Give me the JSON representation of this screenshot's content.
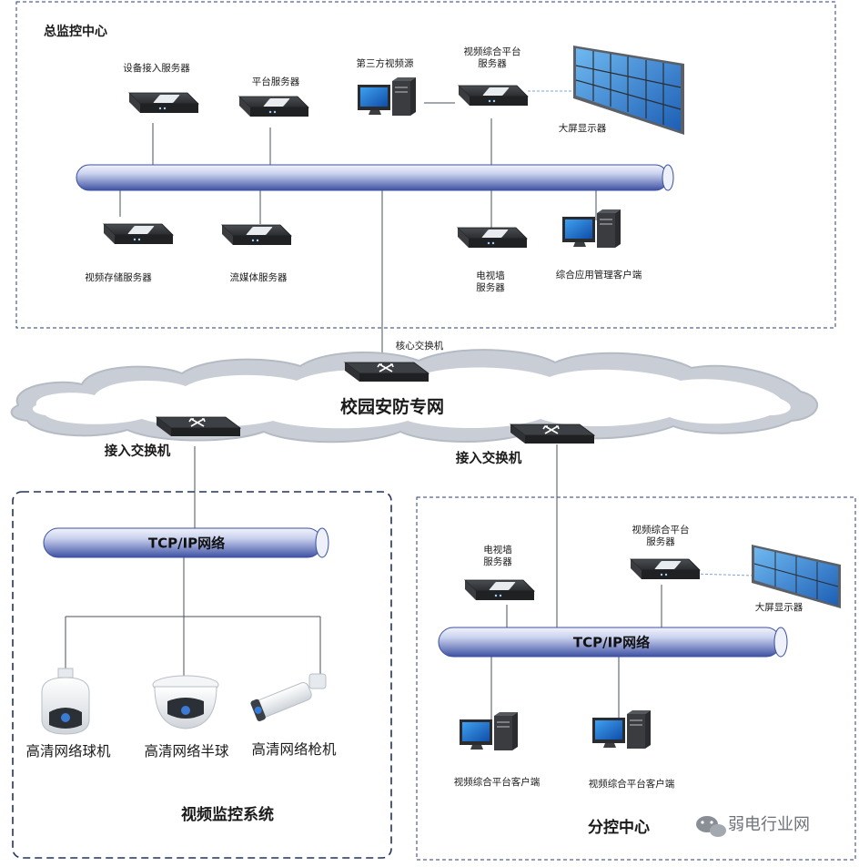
{
  "sections": {
    "main_center": "总监控中心",
    "campus_network": "校园安防专网",
    "video_system": "视频监控系统",
    "branch_center": "分控中心"
  },
  "main": {
    "device_access_server": "设备接入服务器",
    "platform_server": "平台服务器",
    "third_party_source": "第三方视频源",
    "video_platform_server": "视频综合平台\n服务器",
    "big_screen": "大屏显示器",
    "storage_server": "视频存储服务器",
    "streaming_server": "流媒体服务器",
    "tv_wall_server": "电视墙\n服务器",
    "mgmt_client": "综合应用管理客户端",
    "core_switch": "核心交换机"
  },
  "access_switch_left": "接入交换机",
  "access_switch_right": "接入交换机",
  "video": {
    "pipe_label": "TCP/IP网络",
    "cam_dome": "高清网络球机",
    "cam_halfdome": "高清网络半球",
    "cam_bullet": "高清网络枪机"
  },
  "branch": {
    "tv_wall_server": "电视墙\n服务器",
    "video_platform_server": "视频综合平台\n服务器",
    "big_screen": "大屏显示器",
    "pipe_label": "TCP/IP网络",
    "client1": "视频综合平台客户端",
    "client2": "视频综合平台客户端"
  },
  "watermark": "弱电行业网",
  "colors": {
    "pipe_light": "#e8ecf8",
    "pipe_dark": "#3b4fa0",
    "border_dash": "#2a3d7a",
    "cloud": "#d0d5dc",
    "server_body": "#2e3033",
    "screen_blue": "#1e6fd0"
  }
}
